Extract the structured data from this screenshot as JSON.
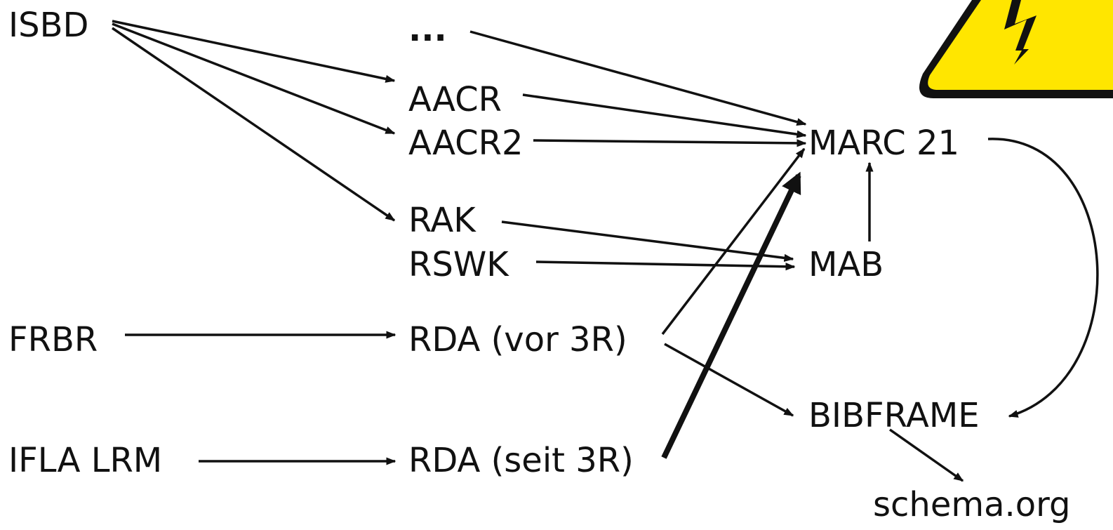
{
  "nodes": {
    "isbd": "ISBD",
    "ellipsis": "...",
    "aacr": "AACR",
    "aacr2": "AACR2",
    "marc21": "MARC 21",
    "rak": "RAK",
    "rswk": "RSWK",
    "mab": "MAB",
    "frbr": "FRBR",
    "rda_vor": "RDA (vor 3R)",
    "bibframe": "BIBFRAME",
    "ifla_lrm": "IFLA LRM",
    "rda_seit": "RDA (seit 3R)",
    "schema_org": "schema.org"
  },
  "colors": {
    "text": "#111111",
    "line": "#111111",
    "warning_fill": "#FFE600",
    "warning_border": "#111111"
  },
  "icons": {
    "warning": "high-voltage-warning-icon"
  }
}
